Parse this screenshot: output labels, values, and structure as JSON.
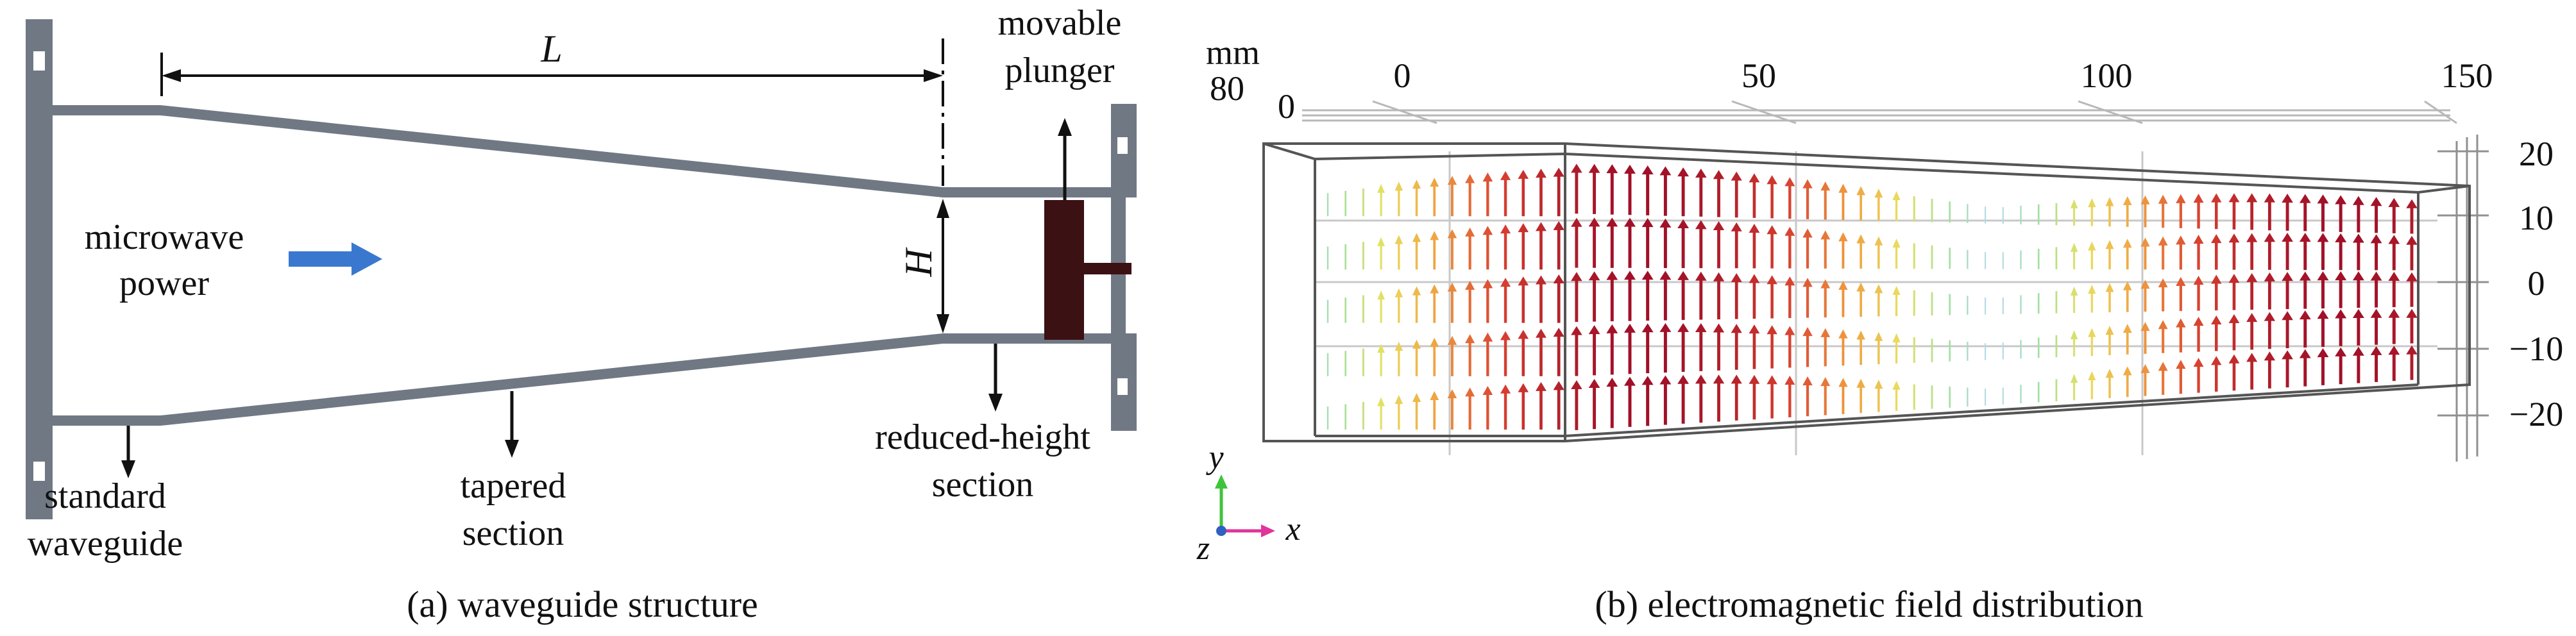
{
  "panel_a": {
    "caption": "(a) waveguide structure",
    "length_symbol": "L",
    "height_symbol": "H",
    "input_label": [
      "microwave",
      "power"
    ],
    "plunger_label": [
      "movable",
      "plunger"
    ],
    "standard_label": [
      "standard",
      "waveguide"
    ],
    "tapered_label": [
      "tapered",
      "section"
    ],
    "reduced_label": [
      "reduced-height",
      "section"
    ],
    "colors": {
      "wall": "#707884",
      "plunger": "#3c1114",
      "arrow": "#3a78d0",
      "flange": "#707884"
    }
  },
  "panel_b": {
    "caption": "(b) electromagnetic field distribution",
    "x_unit": "mm",
    "x_ticks": [
      "0",
      "50",
      "100",
      "150"
    ],
    "z_ticks": [
      "80",
      "0"
    ],
    "y_ticks": [
      "20",
      "10",
      "0",
      "−10",
      "−20"
    ],
    "triad": {
      "y": "y",
      "x": "x",
      "z": "z"
    },
    "colors": {
      "y_axis": "#3ec43a",
      "x_axis": "#e0359a",
      "z_axis": "#3060c0",
      "frame": "#555555",
      "grid": "#b8b8b8"
    },
    "field_colormap": [
      "#b8d8f0",
      "#a0e0a0",
      "#e8e060",
      "#f0a040",
      "#d84030",
      "#a01028"
    ]
  }
}
